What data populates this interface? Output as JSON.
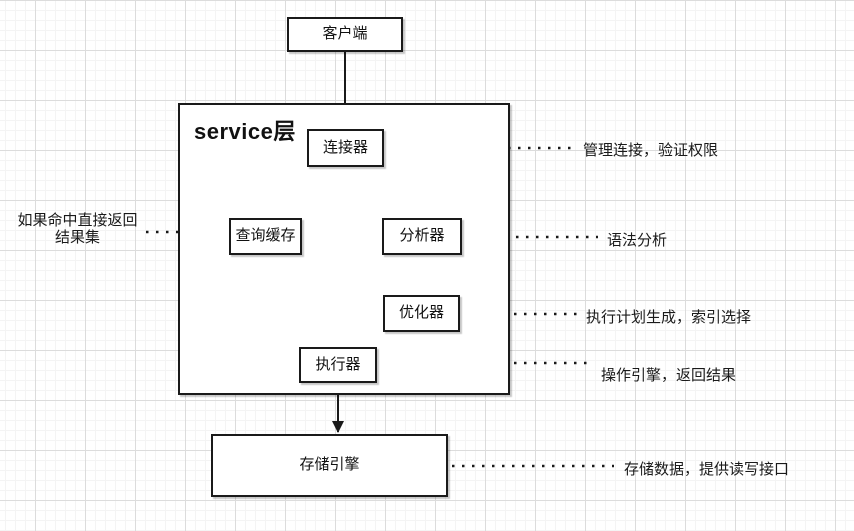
{
  "diagram": {
    "nodes": {
      "client": {
        "label": "客户端"
      },
      "service_layer": {
        "label": "service层"
      },
      "connector": {
        "label": "连接器"
      },
      "query_cache": {
        "label": "查询缓存"
      },
      "analyzer": {
        "label": "分析器"
      },
      "optimizer": {
        "label": "优化器"
      },
      "executor": {
        "label": "执行器"
      },
      "storage_engine": {
        "label": "存储引擎"
      }
    },
    "annotations": {
      "connector_note": "管理连接，验证权限",
      "query_cache_note_line1": "如果命中直接返回",
      "query_cache_note_line2": "结果集",
      "analyzer_note": "语法分析",
      "optimizer_note": "执行计划生成，索引选择",
      "executor_note": "操作引擎，返回结果",
      "storage_note": "存储数据，提供读写接口"
    },
    "colors": {
      "line": "#1a1a1a",
      "box_border": "#1a1a1a",
      "box_bg": "#ffffff",
      "grid_minor": "#f4f4f4",
      "grid_major": "#dcdcdc",
      "text": "#111111"
    }
  }
}
